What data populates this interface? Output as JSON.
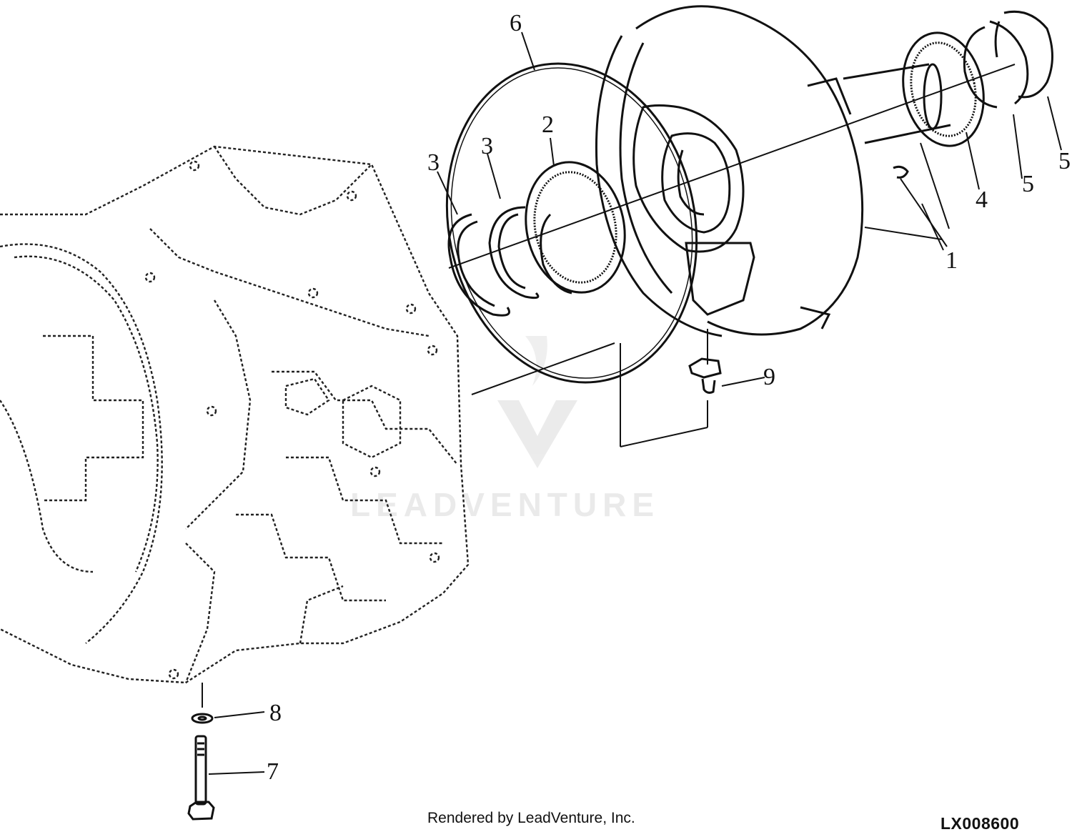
{
  "diagram": {
    "callouts": [
      "1",
      "2",
      "3",
      "3",
      "4",
      "5",
      "5",
      "6",
      "7",
      "8",
      "9"
    ],
    "watermark": "LEADVENTURE",
    "footer_left": "Rendered by LeadVenture, Inc.",
    "footer_right": "LX008600"
  }
}
